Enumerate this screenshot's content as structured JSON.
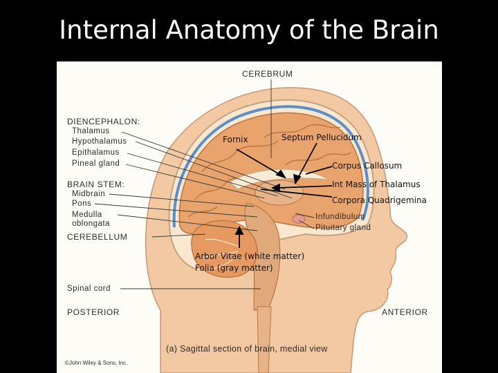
{
  "slide": {
    "title": "Internal Anatomy of the Brain"
  },
  "figure": {
    "labels": {
      "cerebrum": "CEREBRUM",
      "diencephalon": "DIENCEPHALON:",
      "thalamus": "Thalamus",
      "hypothalamus": "Hypothalamus",
      "epithalamus": "Epithalamus",
      "pineal_gland": "Pineal gland",
      "brain_stem": "BRAIN STEM:",
      "midbrain": "Midbrain",
      "pons": "Pons",
      "medulla": "Medulla",
      "oblongata": "oblongata",
      "cerebellum": "CEREBELLUM",
      "spinal_cord": "Spinal cord",
      "posterior": "POSTERIOR",
      "anterior": "ANTERIOR",
      "infundibulum": "Infundibulum",
      "pituitary_gland": "Pituitary gland",
      "caption": "(a) Sagittal section of brain, medial view",
      "copyright": "©John Wiley & Sons, Inc."
    },
    "annotations": {
      "fornix": "Fornix",
      "septum_pellucidum": "Septum Pellucidum",
      "corpus_callosum": "Corpus Callosum",
      "int_mass_thalamus": "Int Mass of Thalamus",
      "corpora_quadrigemina": "Corpora Quadrigemina",
      "arbor_vitae": "Arbor Vitae (white matter)",
      "folia": "Folia (gray matter)"
    }
  }
}
